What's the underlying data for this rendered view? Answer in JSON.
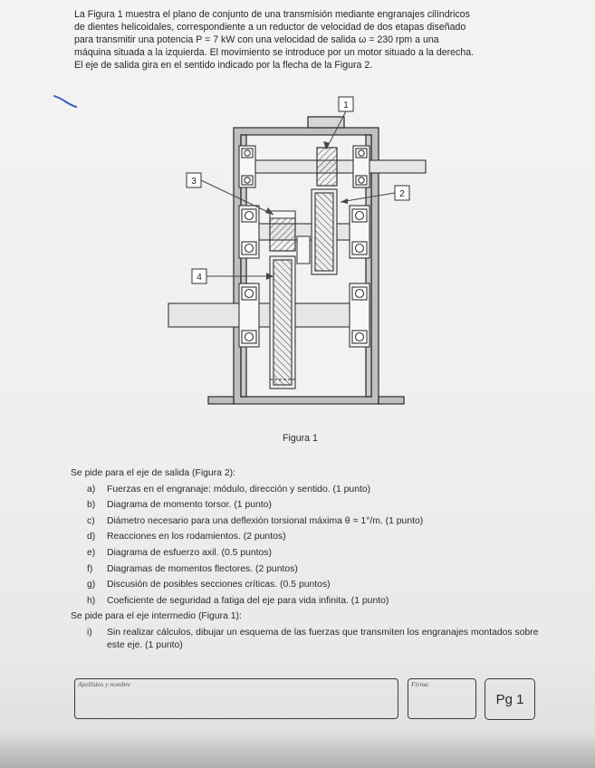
{
  "intro": {
    "line1": "La Figura 1 muestra el plano de conjunto de una transmisión mediante engranajes cilíndricos",
    "line2": "de dientes helicoidales, correspondiente a un reductor de velocidad de dos etapas diseñado",
    "line3": "para transmitir una potencia P = 7 kW con una velocidad de salida ω = 230 rpm a una",
    "line4": "máquina situada a la izquierda. El movimiento se introduce por un motor situado a la derecha.",
    "line5": "El eje de salida gira en el sentido indicado por la flecha de la Figura 2."
  },
  "figure": {
    "callouts": [
      "1",
      "2",
      "3",
      "4"
    ],
    "caption": "Figura 1"
  },
  "tasks": {
    "heading_output": "Se pide para el eje de salida (Figura 2):",
    "items_output": [
      {
        "marker": "a)",
        "text": "Fuerzas en el engranaje: módulo, dirección y sentido. (1 punto)"
      },
      {
        "marker": "b)",
        "text": "Diagrama de momento torsor. (1 punto)"
      },
      {
        "marker": "c)",
        "text": "Diámetro necesario para una deflexión torsional máxima θ = 1°/m. (1 punto)"
      },
      {
        "marker": "d)",
        "text": "Reacciones en los rodamientos. (2 puntos)"
      },
      {
        "marker": "e)",
        "text": "Diagrama de esfuerzo axil. (0.5 puntos)"
      },
      {
        "marker": "f)",
        "text": "Diagramas de momentos flectores. (2 puntos)"
      },
      {
        "marker": "g)",
        "text": "Discusión de posibles secciones críticas. (0.5 puntos)"
      },
      {
        "marker": "h)",
        "text": "Coeficiente de seguridad a fatiga del eje para vida infinita. (1 punto)"
      }
    ],
    "heading_intermediate": "Se pide para el eje intermedio (Figura 1):",
    "items_intermediate": [
      {
        "marker": "i)",
        "text": "Sin realizar cálculos, dibujar un esquema de las fuerzas que transmiten los engranajes montados sobre este eje. (1 punto)"
      }
    ]
  },
  "footer": {
    "name_label": "Apellidos y nombre",
    "signature_label": "Firma",
    "page_label": "Pg 1"
  }
}
